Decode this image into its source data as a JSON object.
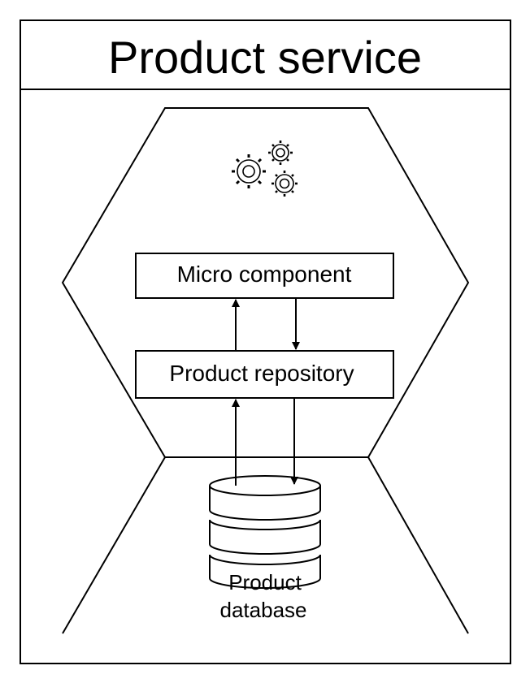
{
  "title": "Product service",
  "components": {
    "micro_component": "Micro component",
    "product_repository": "Product repository"
  },
  "database": {
    "line1": "Product",
    "line2": "database"
  },
  "icons": {
    "gears": "gears-icon",
    "database": "database-icon"
  },
  "colors": {
    "stroke": "#000000",
    "background": "#ffffff"
  }
}
